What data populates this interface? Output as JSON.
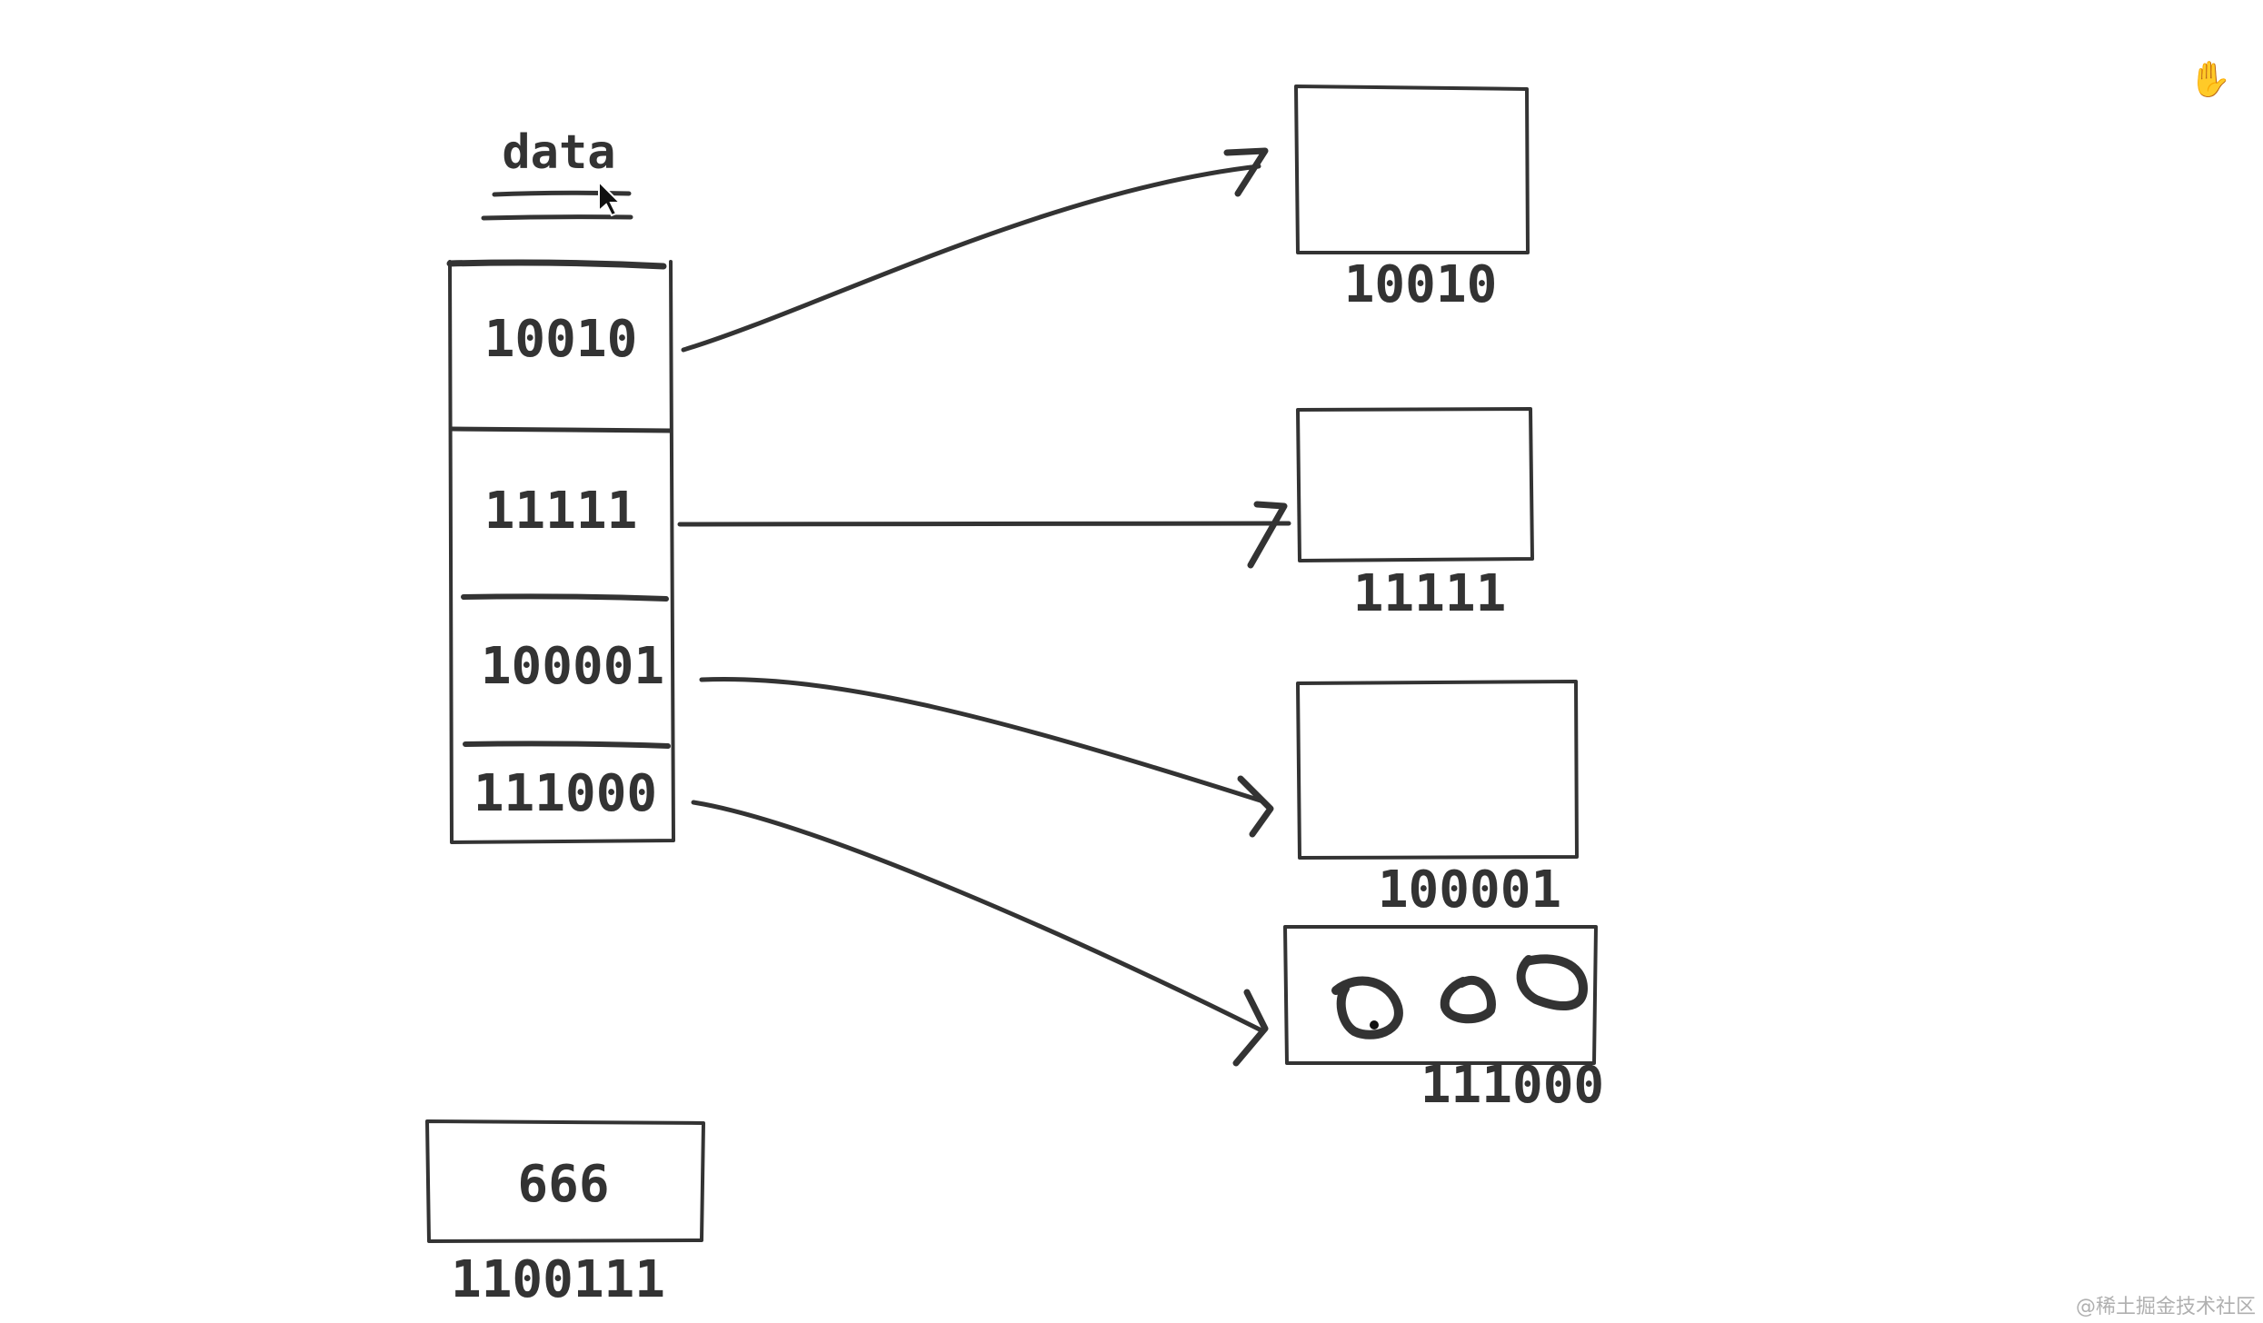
{
  "array": {
    "title": "data",
    "cells": [
      "10010",
      "11111",
      "100001",
      "111000"
    ]
  },
  "targets": [
    {
      "address": "10010",
      "content": ""
    },
    {
      "address": "11111",
      "content": ""
    },
    {
      "address": "100001",
      "content": ""
    },
    {
      "address": "111000",
      "content": "o o o"
    }
  ],
  "variable": {
    "value": "666",
    "address": "1100111"
  },
  "toolbar": {
    "hand_icon": "hand-tool-icon",
    "hand_glyph": "✋"
  },
  "cursor": {
    "icon": "mouse-pointer-icon"
  },
  "watermark": "@稀土掘金技术社区",
  "colors": {
    "ink": "#333333",
    "background": "#ffffff"
  }
}
